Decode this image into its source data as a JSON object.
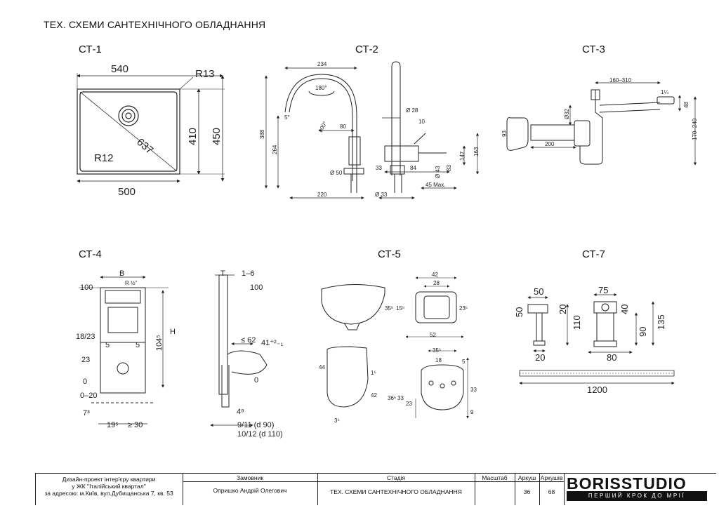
{
  "sheet": {
    "title": "ТЕХ. СХЕМИ САНТЕХНІЧНОГО ОБЛАДНАННЯ"
  },
  "schemes": {
    "ct1": {
      "label": "СТ-1",
      "dims": [
        "540",
        "R13",
        "637",
        "410",
        "450",
        "R12",
        "500"
      ]
    },
    "ct2": {
      "label": "СТ-2",
      "dims": [
        "234",
        "180°",
        "5°",
        "100°",
        "388",
        "264",
        "80",
        "Ø 50",
        "220",
        "Ø 28",
        "10",
        "147",
        "163",
        "33",
        "84",
        "Ø 43",
        "83",
        "45 Max.",
        "Ø 33"
      ]
    },
    "ct3": {
      "label": "СТ-3",
      "dims": [
        "160–310",
        "1¼",
        "48",
        "Ø32",
        "93",
        "200",
        "170–240"
      ]
    },
    "ct4": {
      "label": "СТ-4",
      "dims": [
        "B",
        "R ½\"",
        "100",
        "H",
        "104⁵",
        "18/23",
        "5",
        "5",
        "23",
        "0",
        "0–20",
        "7³",
        "19⁵",
        "≥ 30",
        "T",
        "1–6",
        "100",
        "≤ 62",
        "41⁺²₋₁",
        "0",
        "4⁸",
        "9/11  (d 90)",
        "10/12 (d 110)"
      ]
    },
    "ct5": {
      "label": "СТ-5",
      "dims": [
        "42",
        "28",
        "35⁵",
        "15⁵",
        "23⁵",
        "52",
        "35⁵",
        "18",
        "5",
        "44",
        "1⁵",
        "42",
        "33",
        "36⁵",
        "33",
        "23",
        "9",
        "3⁵"
      ]
    },
    "ct7": {
      "label": "СТ-7",
      "dims": [
        "50",
        "75",
        "50",
        "20",
        "40",
        "110",
        "135",
        "90",
        "20",
        "80",
        "1200"
      ]
    }
  },
  "title_block": {
    "project_line1": "Дизайн-проект інтер'єру квартири",
    "project_line2": "у ЖК \"Італійський квартал\"",
    "project_line3": "за адресою: м.Київ, вул.Дубищанська 7, кв. 53",
    "customer_header": "Замовник",
    "customer": "Опришко Андрій Олегович",
    "stage_header": "Стадія",
    "stage": "ТЕХ. СХЕМИ САНТЕХНІЧНОГО ОБЛАДНАННЯ",
    "scale_header": "Масштаб",
    "sheet_header": "Аркуш",
    "sheets_header": "Аркушів",
    "sheet_no": "36",
    "sheets_total": "68"
  },
  "logo": {
    "name": "BORISSTUDIO",
    "tagline": "ПЕРШИЙ КРОК ДО МРІЇ"
  }
}
